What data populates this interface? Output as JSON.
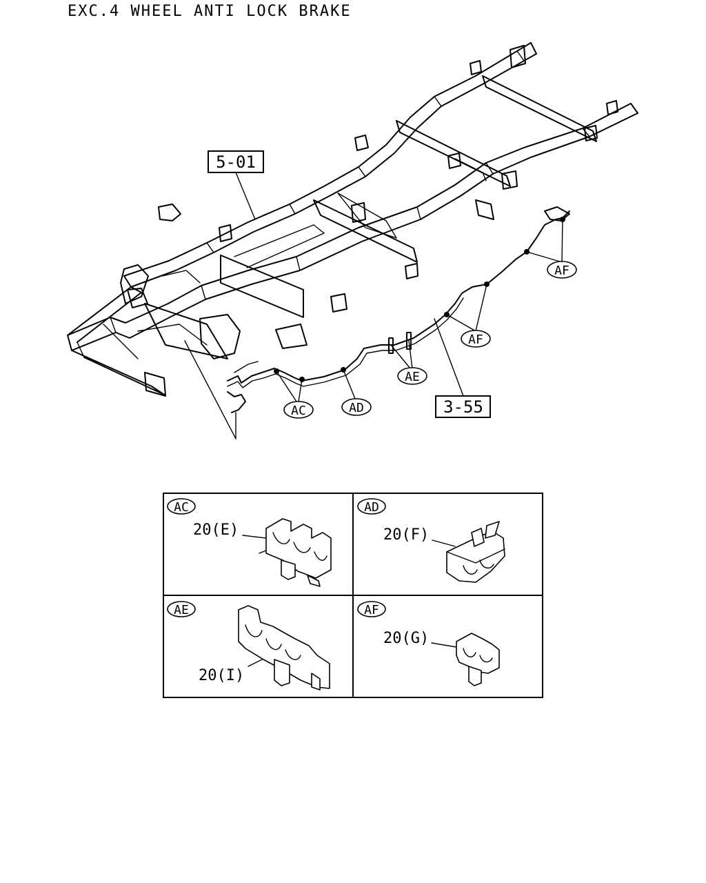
{
  "title": "EXC.4 WHEEL ANTI LOCK BRAKE",
  "refs": {
    "frame": "5-01",
    "brake_pipe": "3-55"
  },
  "callouts": {
    "ac": "AC",
    "ad": "AD",
    "ae": "AE",
    "af_upper": "AF",
    "af_lower": "AF"
  },
  "detail_panels": [
    {
      "tag": "AC",
      "part_label": "20(E)"
    },
    {
      "tag": "AD",
      "part_label": "20(F)"
    },
    {
      "tag": "AE",
      "part_label": "20(I)"
    },
    {
      "tag": "AF",
      "part_label": "20(G)"
    }
  ]
}
